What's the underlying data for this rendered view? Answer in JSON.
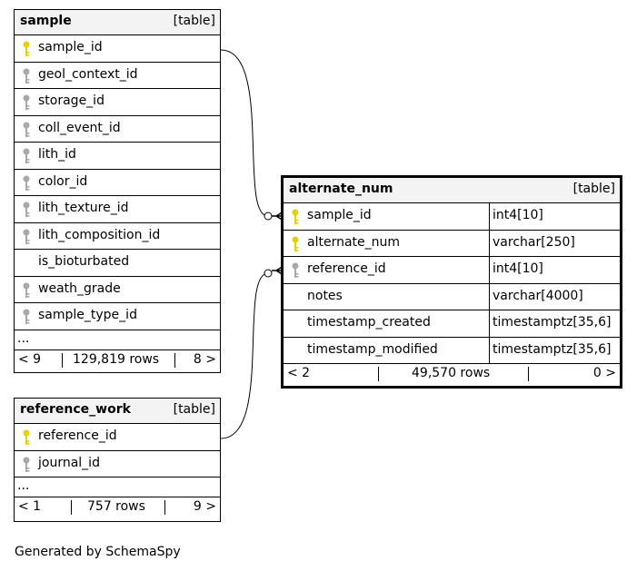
{
  "tables": {
    "sample": {
      "name": "sample",
      "kind": "[table]",
      "columns": [
        {
          "name": "sample_id",
          "key": "primary"
        },
        {
          "name": "geol_context_id",
          "key": "foreign"
        },
        {
          "name": "storage_id",
          "key": "foreign"
        },
        {
          "name": "coll_event_id",
          "key": "foreign"
        },
        {
          "name": "lith_id",
          "key": "foreign"
        },
        {
          "name": "color_id",
          "key": "foreign"
        },
        {
          "name": "lith_texture_id",
          "key": "foreign"
        },
        {
          "name": "lith_composition_id",
          "key": "foreign"
        },
        {
          "name": "is_bioturbated",
          "key": "none"
        },
        {
          "name": "weath_grade",
          "key": "foreign"
        },
        {
          "name": "sample_type_id",
          "key": "foreign"
        }
      ],
      "ellipsis": "...",
      "footer": {
        "parents": "< 9",
        "rows": "129,819 rows",
        "children": "8 >"
      }
    },
    "reference_work": {
      "name": "reference_work",
      "kind": "[table]",
      "columns": [
        {
          "name": "reference_id",
          "key": "primary"
        },
        {
          "name": "journal_id",
          "key": "foreign"
        }
      ],
      "ellipsis": "...",
      "footer": {
        "parents": "< 1",
        "rows": "757 rows",
        "children": "9 >"
      }
    },
    "alternate_num": {
      "name": "alternate_num",
      "kind": "[table]",
      "columns": [
        {
          "name": "sample_id",
          "key": "primary",
          "type": "int4[10]"
        },
        {
          "name": "alternate_num",
          "key": "primary",
          "type": "varchar[250]"
        },
        {
          "name": "reference_id",
          "key": "foreign",
          "type": "int4[10]"
        },
        {
          "name": "notes",
          "key": "none",
          "type": "varchar[4000]"
        },
        {
          "name": "timestamp_created",
          "key": "none",
          "type": "timestamptz[35,6]"
        },
        {
          "name": "timestamp_modified",
          "key": "none",
          "type": "timestamptz[35,6]"
        }
      ],
      "footer": {
        "parents": "< 2",
        "rows": "49,570 rows",
        "children": "0 >"
      }
    }
  },
  "relationships": [
    {
      "from": "alternate_num.sample_id",
      "to": "sample.sample_id"
    },
    {
      "from": "alternate_num.reference_id",
      "to": "reference_work.reference_id"
    }
  ],
  "colors": {
    "primary_key": "#e8d000",
    "foreign_key": "#a8a8a8",
    "header_bg": "#f3f3f3"
  },
  "credit": "Generated by SchemaSpy"
}
